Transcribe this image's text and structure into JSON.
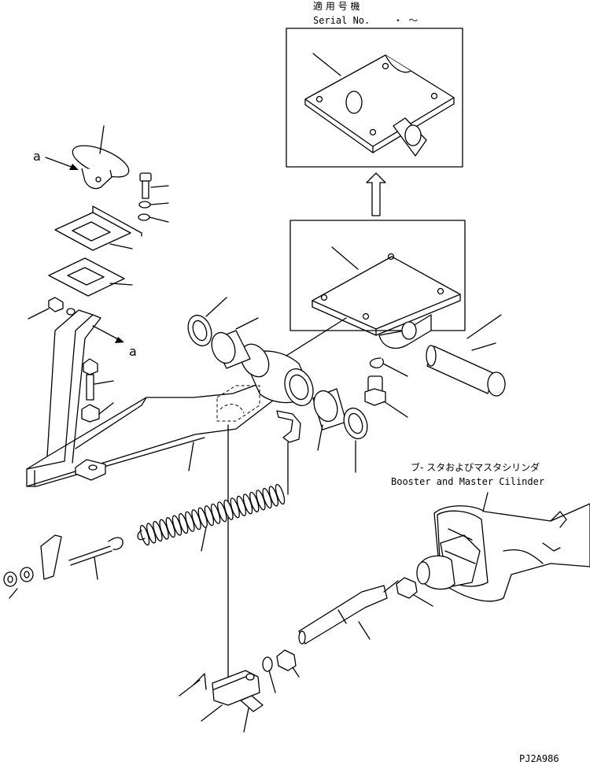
{
  "header": {
    "applicable_model_jp": "適 用 号 機",
    "serial_label": "Serial No.",
    "serial_range": "・ ～"
  },
  "callouts": {
    "a_top": "a",
    "a_side": "a"
  },
  "booster": {
    "label_jp": "ブ- スタおよびマスタシリンダ",
    "label_en": "Booster and Master Cilinder"
  },
  "drawing_code": "PJ2A986"
}
